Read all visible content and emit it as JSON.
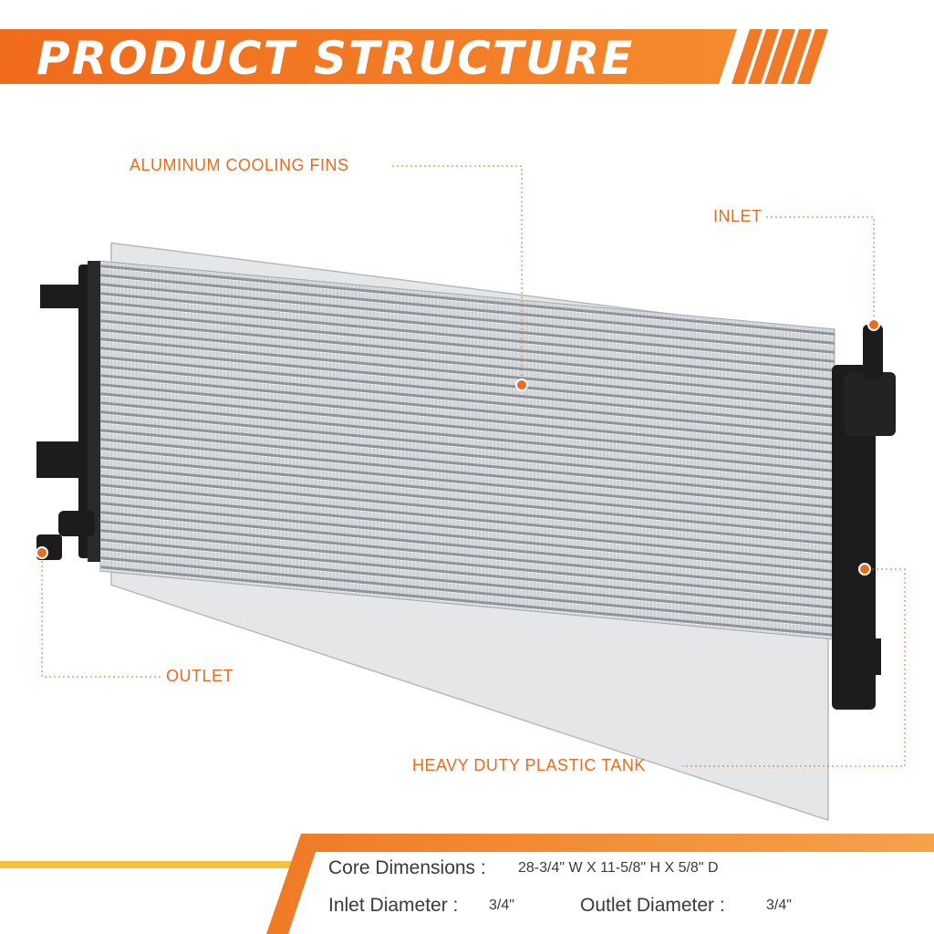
{
  "header": {
    "title": "PRODUCT STRUCTURE"
  },
  "callouts": {
    "fins": "ALUMINUM COOLING FINS",
    "inlet": "INLET",
    "outlet": "OUTLET",
    "tank": "HEAVY DUTY PLASTIC TANK"
  },
  "specs": {
    "core_label": "Core Dimensions :",
    "core_value": "28-3/4\" W X 11-5/8\" H X 5/8\" D",
    "inlet_label": "Inlet Diameter :",
    "inlet_value": "3/4\"",
    "outlet_label": "Outlet Diameter :",
    "outlet_value": "3/4\""
  },
  "colors": {
    "accent": "#ea6b20",
    "tank": "#1c1c1c",
    "fins": "#cfd2d5",
    "frame": "#e4e6e8",
    "footer_text": "#3a3a3a"
  }
}
